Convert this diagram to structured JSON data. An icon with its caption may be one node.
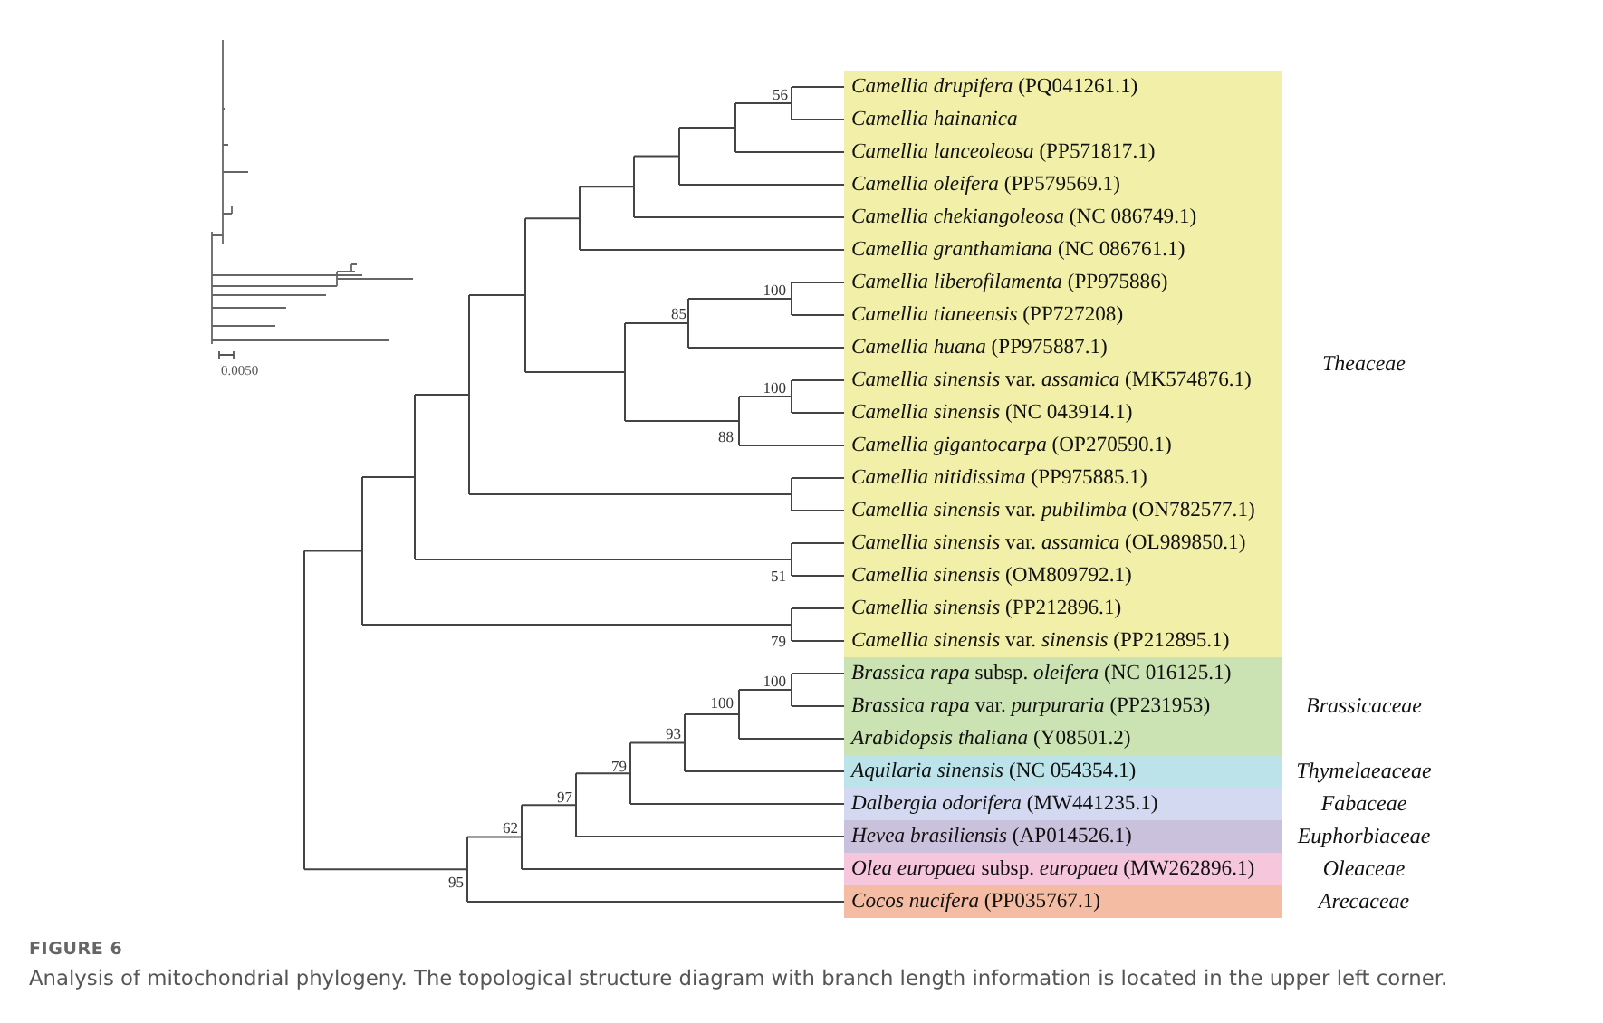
{
  "diagram": {
    "title": "FIGURE 6",
    "caption": "Analysis of mitochondrial phylogeny. The topological structure diagram with branch length information is located in the upper left corner.",
    "nodes": [
      {
        "text": [
          "Theaceae"
        ]
      },
      {
        "text": [
          "*Camellia drupifera* (PQ041261.1)"
        ],
        "in": 0
      },
      {
        "text": [
          "Camellia hainanica"
        ],
        "in": 0
      },
      {
        "text": [
          "*Camellia lanceoleosa* (PP571817.1)"
        ],
        "in": 0
      },
      {
        "text": [
          "*Camellia oleifera* (PP579569.1)"
        ],
        "in": 0
      },
      {
        "text": [
          "*Camellia chekiangoleosa* (NC 086749.1)"
        ],
        "in": 0
      },
      {
        "text": [
          "*Camellia granthamiana* (NC 086761.1)"
        ],
        "in": 0
      },
      {
        "text": [
          "*Camellia liberofilamenta* (PP975886)"
        ],
        "in": 0
      },
      {
        "text": [
          "*Camellia tianeensis* (PP727208)"
        ],
        "in": 0
      },
      {
        "text": [
          "*Camellia huana* (PP975887.1)"
        ],
        "in": 0
      },
      {
        "text": [
          "*Camellia sinensis* var. *assamica* (MK574876.1)"
        ],
        "in": 0
      },
      {
        "text": [
          "*Camellia sinensis* (NC 043914.1)"
        ],
        "in": 0
      },
      {
        "text": [
          "*Camellia gigantocarpa* (OP270590.1)"
        ],
        "in": 0
      },
      {
        "text": [
          "*Camellia nitidissima* (PP975885.1)"
        ],
        "in": 0
      },
      {
        "text": [
          "*Camellia sinensis* var. *pubilimba* (ON782577.1)"
        ],
        "in": 0
      },
      {
        "text": [
          "*Camellia sinensis* var. *assamica* (OL989850.1)"
        ],
        "in": 0
      },
      {
        "text": [
          "*Camellia sinensis* (OM809792.1)"
        ],
        "in": 0
      },
      {
        "text": [
          "*Camellia sinensis* (PP212896.1)"
        ],
        "in": 0
      },
      {
        "text": [
          "*Camellia sinensis* var. *sinensis* (PP212895.1)"
        ],
        "in": 0
      },
      {
        "text": [
          "Brassicaceae"
        ]
      },
      {
        "text": [
          "*Brassica rapa* subsp. *oleifera* (NC 016125.1)"
        ],
        "in": 19
      },
      {
        "text": [
          "*Brassica rapa* var. *purpuraria* (PP231953)"
        ],
        "in": 19
      },
      {
        "text": [
          "*Arabidopsis thaliana* (Y08501.2)"
        ],
        "in": 19
      },
      {
        "text": [
          "Thymelaeaceae"
        ]
      },
      {
        "text": [
          "*Aquilaria sinensis* (NC 054354.1)"
        ],
        "in": 23
      },
      {
        "text": [
          "Fabaceae"
        ]
      },
      {
        "text": [
          "*Dalbergia odorifera* (MW441235.1)"
        ],
        "in": 25
      },
      {
        "text": [
          "Euphorbiaceae"
        ]
      },
      {
        "text": [
          "*Hevea brasiliensis* (AP014526.1)"
        ],
        "in": 27
      },
      {
        "text": [
          "Oleaceae"
        ]
      },
      {
        "text": [
          "*Olea europaea* subsp. *europaea* (MW262896.1)"
        ],
        "in": 29
      },
      {
        "text": [
          "Arecaceae"
        ]
      },
      {
        "text": [
          "*Cocos nucifera* (PP035767.1)"
        ],
        "in": 31
      }
    ],
    "labels": [
      "0.0050",
      "56",
      "100",
      "85",
      "100",
      "88",
      "51",
      "79",
      "100",
      "100",
      "93",
      "79",
      "97",
      "62",
      "95"
    ]
  }
}
